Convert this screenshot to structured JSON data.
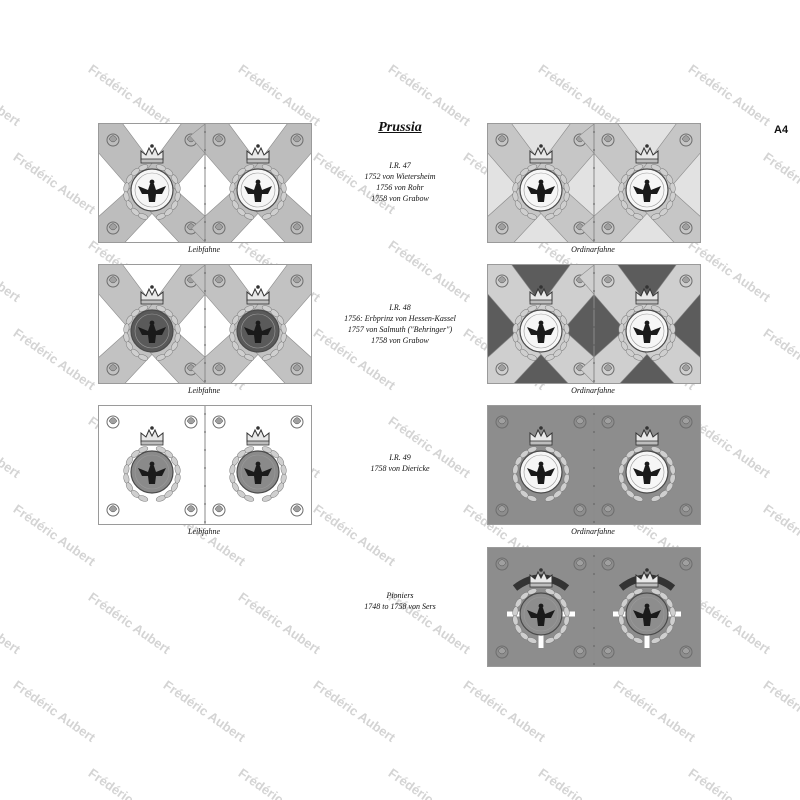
{
  "page": {
    "title": "Prussia",
    "code": "A4"
  },
  "watermark": "Frédéric Aubert",
  "regiments": [
    {
      "lines": [
        "I.R. 47",
        "1752 von Wietersheim",
        "1756 von Rohr",
        "1758 von Grabow"
      ],
      "flags": [
        {
          "caption": "Leibfahne",
          "field": "#ffffff",
          "flames": "#bdbdbd",
          "medallion": "#f6f6f6"
        },
        {
          "caption": "Ordinarfahne",
          "field": "#e2e2e2",
          "flames": "#c6c6c6",
          "medallion": "#f6f6f6"
        }
      ]
    },
    {
      "lines": [
        "I.R. 48",
        "1756: Erbprinz von Hessen-Kassel",
        "1757 von Salmuth (\"Behringer\")",
        "1758 von Grabow"
      ],
      "flags": [
        {
          "caption": "Leibfahne",
          "field": "#ffffff",
          "flames": "#c2c2c2",
          "medallion": "#5a5a5a"
        },
        {
          "caption": "Ordinarfahne",
          "field": "#5c5c5c",
          "flames": "#cfcfcf",
          "medallion": "#f6f6f6"
        }
      ]
    },
    {
      "lines": [
        "I.R. 49",
        "1758 von Diericke"
      ],
      "flags": [
        {
          "caption": "Leibfahne",
          "field": "#ffffff",
          "flames": "#ffffff",
          "medallion": "#8a8a8a"
        },
        {
          "caption": "Ordinarfahne",
          "field": "#8d8d8d",
          "flames": "#8d8d8d",
          "medallion": "#f6f6f6"
        }
      ]
    },
    {
      "lines": [
        "Pioniers",
        "1748 to 1758 von Sers"
      ],
      "flags": [
        {
          "caption": "",
          "field": "#8d8d8d",
          "flames": "#8d8d8d",
          "medallion": "#8d8d8d"
        }
      ]
    }
  ],
  "icons": [
    "crown-icon",
    "eagle-icon",
    "flame-icon",
    "wreath-icon"
  ]
}
